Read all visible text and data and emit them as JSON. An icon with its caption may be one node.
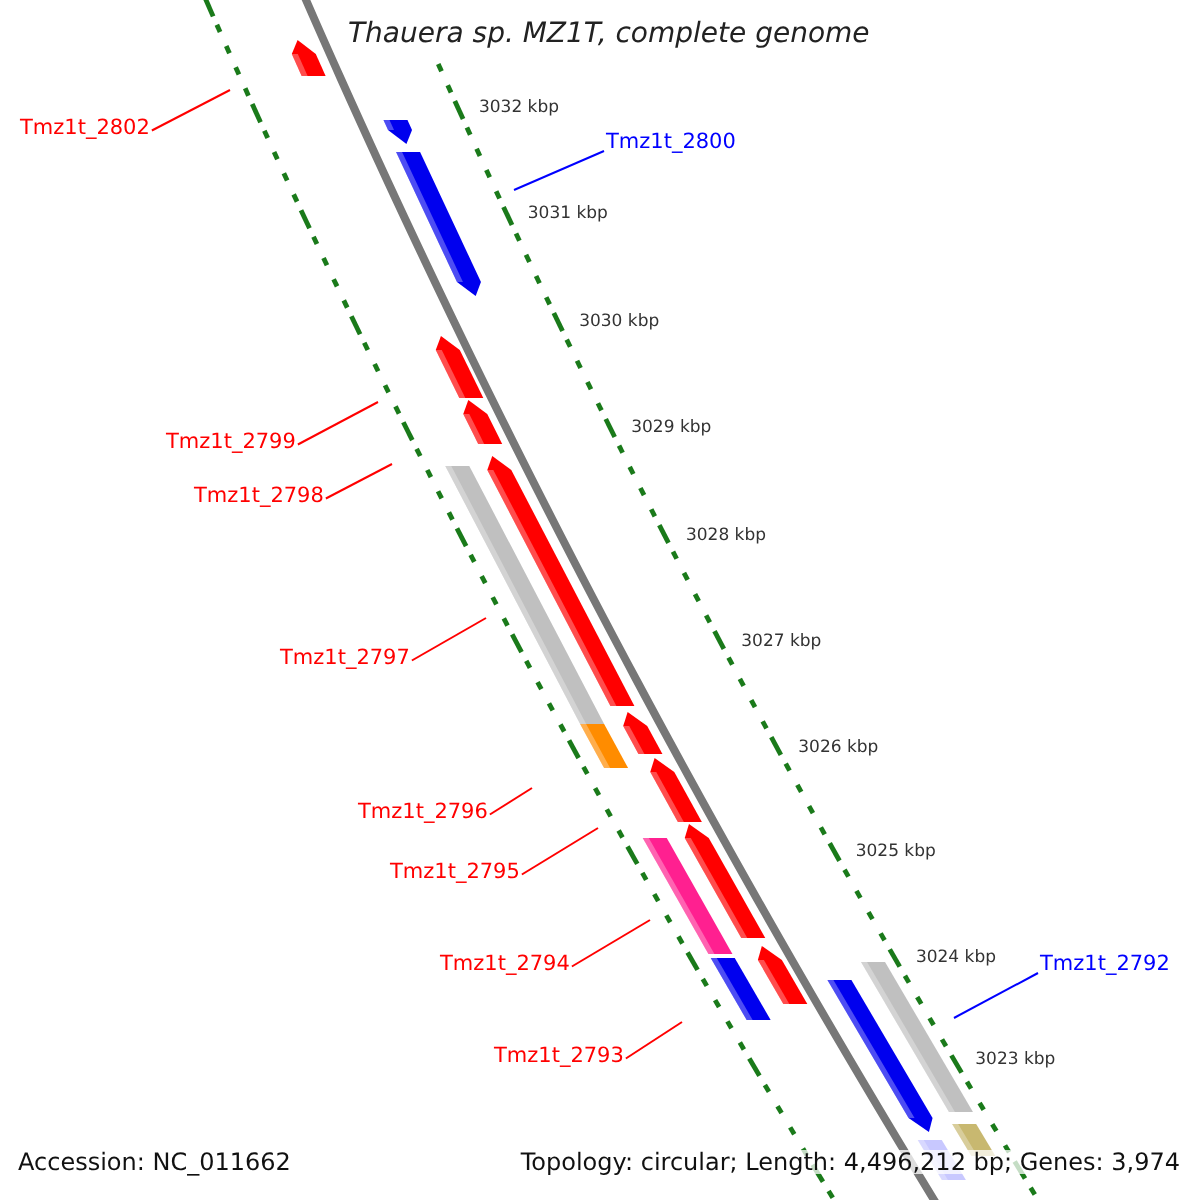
{
  "diagram": {
    "title": "Thauera sp. MZ1T, complete genome",
    "nodes": [
      {
        "text": [
          "Tmz1t_2802"
        ]
      },
      {
        "text": [
          "Tmz1t_2800"
        ]
      },
      {
        "text": [
          "Tmz1t_2799"
        ]
      },
      {
        "text": [
          "Tmz1t_2798"
        ]
      },
      {
        "text": [
          "Tmz1t_2797"
        ]
      },
      {
        "text": [
          "Tmz1t_2796"
        ]
      },
      {
        "text": [
          "Tmz1t_2795"
        ]
      },
      {
        "text": [
          "Tmz1t_2794"
        ]
      },
      {
        "text": [
          "Tmz1t_2793"
        ]
      },
      {
        "text": [
          "Tmz1t_2792"
        ]
      }
    ],
    "edges": [
      {
        "from": 0,
        "to": null,
        "arrow": "none"
      },
      {
        "from": 1,
        "to": null,
        "arrow": "none",
        "color": "#0000ff"
      },
      {
        "from": 2,
        "to": null,
        "arrow": "none"
      },
      {
        "from": 3,
        "to": null,
        "arrow": "none"
      },
      {
        "from": 4,
        "to": null,
        "arrow": "none"
      },
      {
        "from": 5,
        "to": null,
        "arrow": "none"
      },
      {
        "from": 6,
        "to": null,
        "arrow": "none"
      },
      {
        "from": 7,
        "to": null,
        "arrow": "none"
      },
      {
        "from": 8,
        "to": null,
        "arrow": "none"
      },
      {
        "from": 9,
        "to": null,
        "arrow": "none",
        "color": "#0000ff"
      }
    ],
    "labels": [
      "3032 kbp",
      "3031 kbp",
      "3030 kbp",
      "3029 kbp",
      "3028 kbp",
      "3027 kbp",
      "3026 kbp",
      "3025 kbp",
      "3024 kbp",
      "3023 kbp",
      "Accession: NC_011662",
      "Topology: circular; Length: 4,496,212 bp; Genes: 3,974"
    ]
  }
}
